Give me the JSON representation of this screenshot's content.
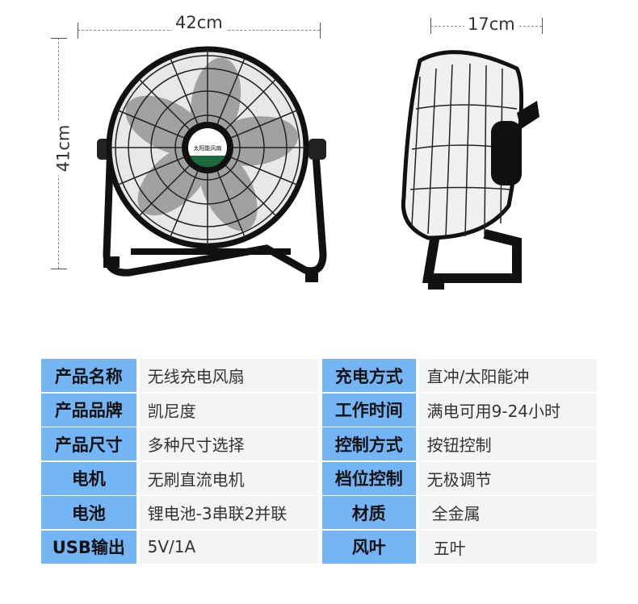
{
  "dimensions": {
    "width": "42cm",
    "height": "41cm",
    "depth": "17cm"
  },
  "badge": {
    "text": "太阳能风扇"
  },
  "specs": [
    {
      "label1": "产品名称",
      "value1": "无线充电风扇",
      "label2": "充电方式",
      "value2": "直冲/太阳能冲"
    },
    {
      "label1": "产品品牌",
      "value1": "凯尼度",
      "label2": "工作时间",
      "value2": "满电可用9-24小时"
    },
    {
      "label1": "产品尺寸",
      "value1": "多种尺寸选择",
      "label2": "控制方式",
      "value2": "按钮控制"
    },
    {
      "label1": "电机",
      "value1": "无刷直流电机",
      "label2": "档位控制",
      "value2": "无极调节"
    },
    {
      "label1": "电池",
      "value1": "锂电池-3串联2并联",
      "label2": "材质",
      "value2": "全金属"
    },
    {
      "label1": "USB输出",
      "value1": "5V/1A",
      "label2": "风叶",
      "value2": "五叶"
    }
  ]
}
